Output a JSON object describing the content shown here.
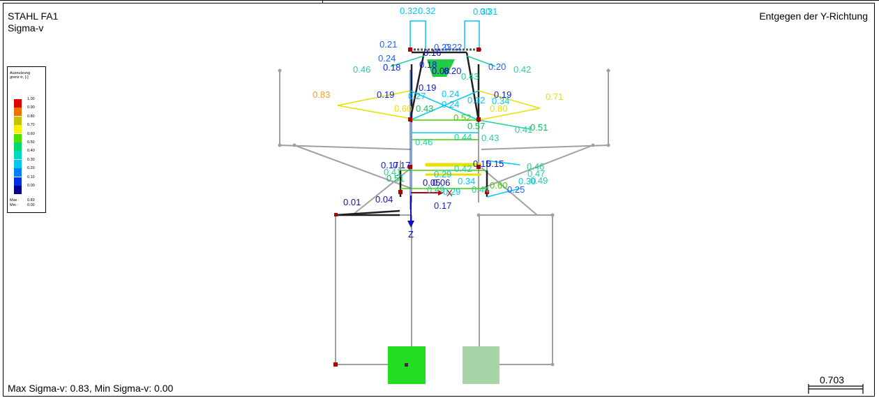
{
  "header": {
    "title": "STAHL FA1",
    "subtitle": "Sigma-v",
    "direction": "Entgegen der Y-Richtung"
  },
  "footer": {
    "summary": "Max Sigma-v: 0.83, Min Sigma-v: 0.00"
  },
  "legend": {
    "title_line1": "Ausnutzung",
    "title_line2": "grenz σ, [-]",
    "levels": [
      {
        "value": "1.00",
        "color": "#e00000"
      },
      {
        "value": "0.90",
        "color": "#f07000"
      },
      {
        "value": "0.80",
        "color": "#c8c000"
      },
      {
        "value": "0.70",
        "color": "#f8f000"
      },
      {
        "value": "0.60",
        "color": "#50e000"
      },
      {
        "value": "0.50",
        "color": "#00d870"
      },
      {
        "value": "0.40",
        "color": "#00d8c0"
      },
      {
        "value": "0.30",
        "color": "#00c8f0"
      },
      {
        "value": "0.20",
        "color": "#0080ff"
      },
      {
        "value": "0.10",
        "color": "#0030e0"
      },
      {
        "value": "0.00",
        "color": "#000090"
      }
    ],
    "max_label": "Max :",
    "max_value": "0.83",
    "min_label": "Min :",
    "min_value": "0.00"
  },
  "scale": {
    "value": "0.703"
  },
  "axes": {
    "z": "Z",
    "x": "X"
  },
  "colors": {
    "v00": "#1010a0",
    "v10": "#0a1ee0",
    "v20": "#2060ff",
    "v30": "#00c8f0",
    "v40": "#20d0a0",
    "v50": "#00c850",
    "v60": "#40d000",
    "v70": "#e8e000",
    "v80": "#f0a020",
    "structure": "#a0a0a0",
    "member": "#303030"
  },
  "results": [
    {
      "t": "0.32",
      "c": "v30"
    },
    {
      "t": "0.32",
      "c": "v30"
    },
    {
      "t": "0.30",
      "c": "v30"
    },
    {
      "t": "0.31",
      "c": "v30"
    },
    {
      "t": "0.21",
      "c": "v20"
    },
    {
      "t": "0.24",
      "c": "v20"
    },
    {
      "t": "0.18",
      "c": "v10"
    },
    {
      "t": "0.16",
      "c": "v00"
    },
    {
      "t": "0.23",
      "c": "v20"
    },
    {
      "t": "0.22",
      "c": "v20"
    },
    {
      "t": "0.20",
      "c": "v20"
    },
    {
      "t": "0.42",
      "c": "v40"
    },
    {
      "t": "0.46",
      "c": "v40"
    },
    {
      "t": "0.18",
      "c": "v10"
    },
    {
      "t": "0.08",
      "c": "v00"
    },
    {
      "t": "0.20",
      "c": "v10"
    },
    {
      "t": "0.43",
      "c": "v40"
    },
    {
      "t": "0.83",
      "c": "v80"
    },
    {
      "t": "0.19",
      "c": "v10"
    },
    {
      "t": "0.19",
      "c": "v10"
    },
    {
      "t": "0.27",
      "c": "v30"
    },
    {
      "t": "0.24",
      "c": "v30"
    },
    {
      "t": "0.19",
      "c": "v10"
    },
    {
      "t": "0.71",
      "c": "v70"
    },
    {
      "t": "0.32",
      "c": "v30"
    },
    {
      "t": "0.24",
      "c": "v30"
    },
    {
      "t": "0.34",
      "c": "v30"
    },
    {
      "t": "0.60",
      "c": "v70"
    },
    {
      "t": "0.43",
      "c": "v50"
    },
    {
      "t": "0.80",
      "c": "v70"
    },
    {
      "t": "0.52",
      "c": "v60"
    },
    {
      "t": "0.57",
      "c": "v50"
    },
    {
      "t": "0.51",
      "c": "v50"
    },
    {
      "t": "0.41",
      "c": "v40"
    },
    {
      "t": "0.44",
      "c": "v40"
    },
    {
      "t": "0.43",
      "c": "v40"
    },
    {
      "t": "0.46",
      "c": "v40"
    },
    {
      "t": "0.17",
      "c": "v10"
    },
    {
      "t": "0.17",
      "c": "v10"
    },
    {
      "t": "0.15",
      "c": "v10"
    },
    {
      "t": "0.15",
      "c": "v10"
    },
    {
      "t": "0.42",
      "c": "v40"
    },
    {
      "t": "0.46",
      "c": "v40"
    },
    {
      "t": "0.47",
      "c": "v40"
    },
    {
      "t": "0.49",
      "c": "v40"
    },
    {
      "t": "0.29",
      "c": "v30"
    },
    {
      "t": "0.41",
      "c": "v40"
    },
    {
      "t": "0.51",
      "c": "v50"
    },
    {
      "t": "0.05",
      "c": "v00"
    },
    {
      "t": "0.06",
      "c": "v00"
    },
    {
      "t": "0.34",
      "c": "v30"
    },
    {
      "t": "0.60",
      "c": "v60"
    },
    {
      "t": "0.25",
      "c": "v20"
    },
    {
      "t": "0.30",
      "c": "v30"
    },
    {
      "t": "0.44",
      "c": "v40"
    },
    {
      "t": "0.49",
      "c": "v40"
    },
    {
      "t": "0.01",
      "c": "v00"
    },
    {
      "t": "0.04",
      "c": "v00"
    },
    {
      "t": "0.17",
      "c": "v10"
    },
    {
      "t": "0.29",
      "c": "v30"
    }
  ]
}
